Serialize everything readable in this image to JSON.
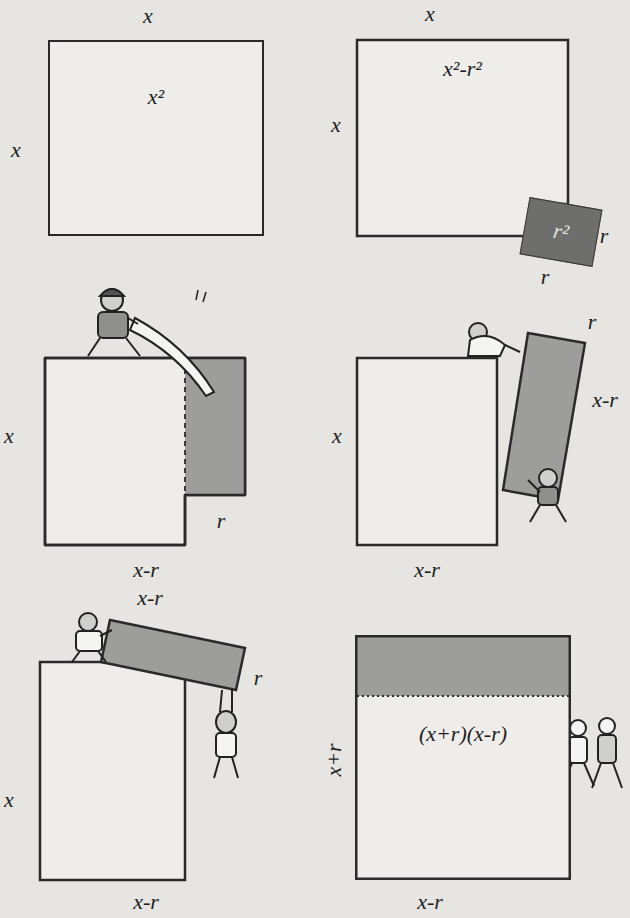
{
  "diagram": {
    "nodes": [
      {
        "text": [
          "x²"
        ]
      },
      {
        "text": [
          "x²-r²"
        ]
      },
      {
        "text": [
          "r²"
        ]
      },
      {
        "text": [
          "(x+r)(x-r)"
        ]
      }
    ],
    "labels": [
      "x",
      "x",
      "x",
      "x",
      "r",
      "r",
      "x",
      "r",
      "x-r",
      "r",
      "x-r",
      "x",
      "x-r",
      "x-r",
      "r",
      "x",
      "x-r",
      "x+r",
      "x-r"
    ]
  }
}
